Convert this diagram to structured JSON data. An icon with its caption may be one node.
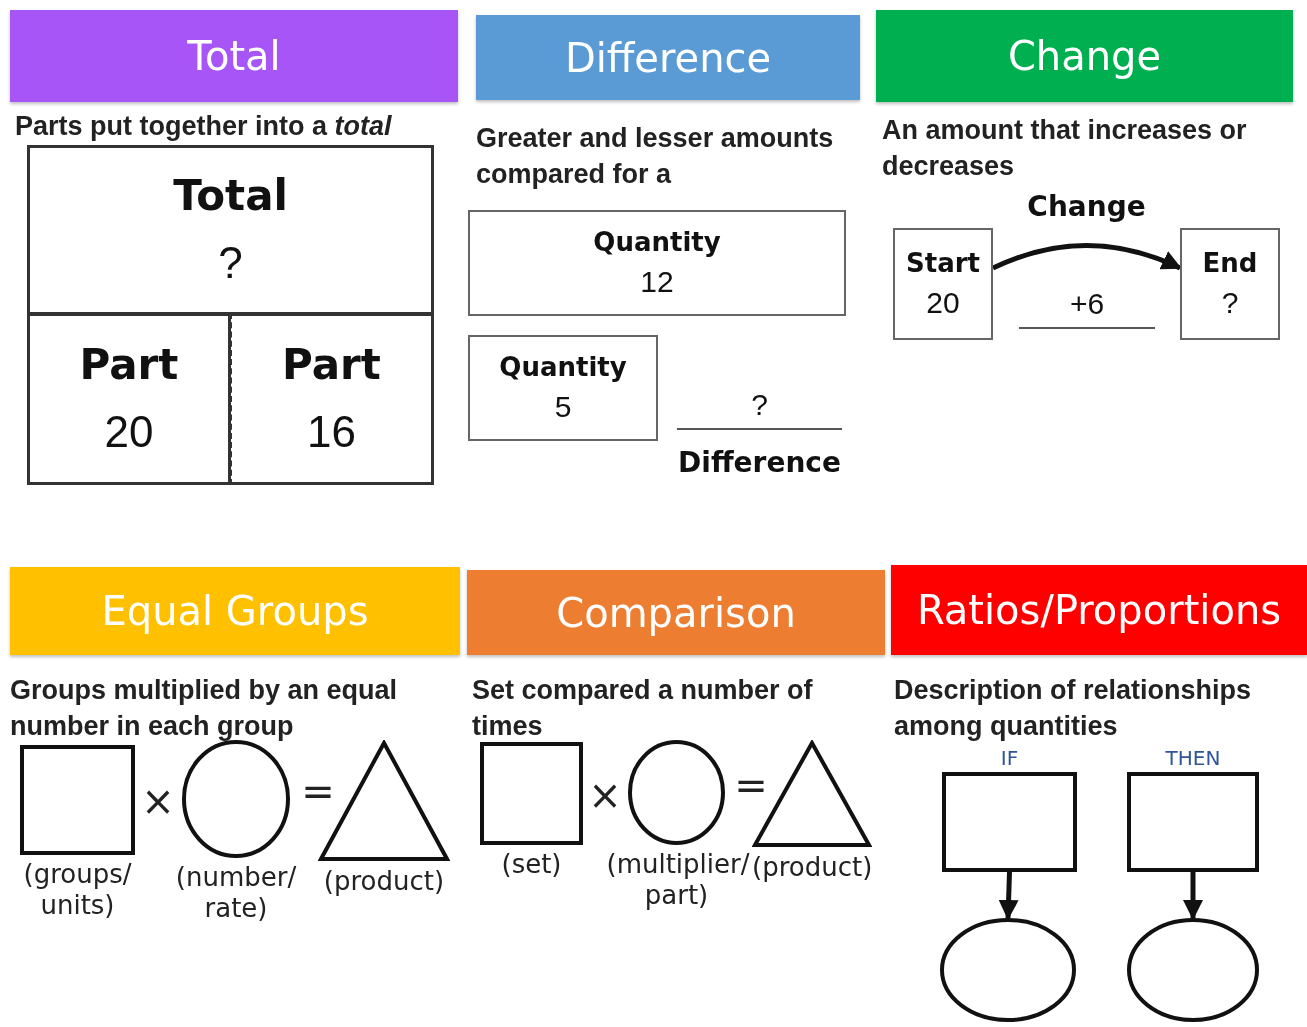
{
  "diagram": {
    "nodes": [
      {
        "text": [
          "Total"
        ]
      },
      {
        "text": [
          "Difference"
        ]
      },
      {
        "text": [
          "Change"
        ]
      },
      {
        "text": [
          "Total",
          "?"
        ]
      },
      {
        "text": [
          "Part",
          "20"
        ]
      },
      {
        "text": [
          "Part",
          "16"
        ]
      },
      {
        "text": [
          "Quantity",
          "12"
        ]
      },
      {
        "text": [
          "Quantity",
          "5"
        ]
      },
      {
        "text": [
          "Start",
          "20"
        ]
      },
      {
        "text": [
          "End",
          "?"
        ]
      },
      {
        "text": [
          "Equal Groups"
        ]
      },
      {
        "text": [
          "Comparison"
        ]
      },
      {
        "text": [
          "Ratios/Proportions"
        ]
      },
      {
        "text": [],
        "shape": "box",
        "beside": [
          "(groups/ units)"
        ]
      },
      {
        "text": [],
        "shape": "circle",
        "beside": [
          "(number/ rate)"
        ]
      },
      {
        "text": [],
        "shape": "triangle",
        "beside": [
          "(product)"
        ]
      },
      {
        "text": [],
        "shape": "box",
        "beside": [
          "(set)"
        ]
      },
      {
        "text": [],
        "shape": "circle",
        "beside": [
          "(multiplier/ part)"
        ]
      },
      {
        "text": [],
        "shape": "triangle",
        "beside": [
          "(product)"
        ]
      },
      {
        "text": [],
        "shape": "box",
        "beside": [
          "IF"
        ]
      },
      {
        "text": [],
        "shape": "box",
        "beside": [
          "THEN"
        ]
      },
      {
        "text": [],
        "shape": "circle"
      },
      {
        "text": [],
        "shape": "circle"
      }
    ],
    "edges": [
      {
        "from": 8,
        "to": 9,
        "arrow": "to",
        "label": "Change"
      },
      {
        "from": 19,
        "to": 21,
        "arrow": "to"
      },
      {
        "from": 20,
        "to": 22,
        "arrow": "to"
      }
    ],
    "labels": [
      "Parts put together into a *total*",
      "Greater and lesser amounts compared for a",
      "?",
      "Difference",
      "An amount that increases or decreases",
      "+6",
      "Groups multiplied by an equal number in each group",
      "×",
      "=",
      "Set compared a number of times",
      "×",
      "=",
      "Description of relationships among quantities"
    ]
  }
}
